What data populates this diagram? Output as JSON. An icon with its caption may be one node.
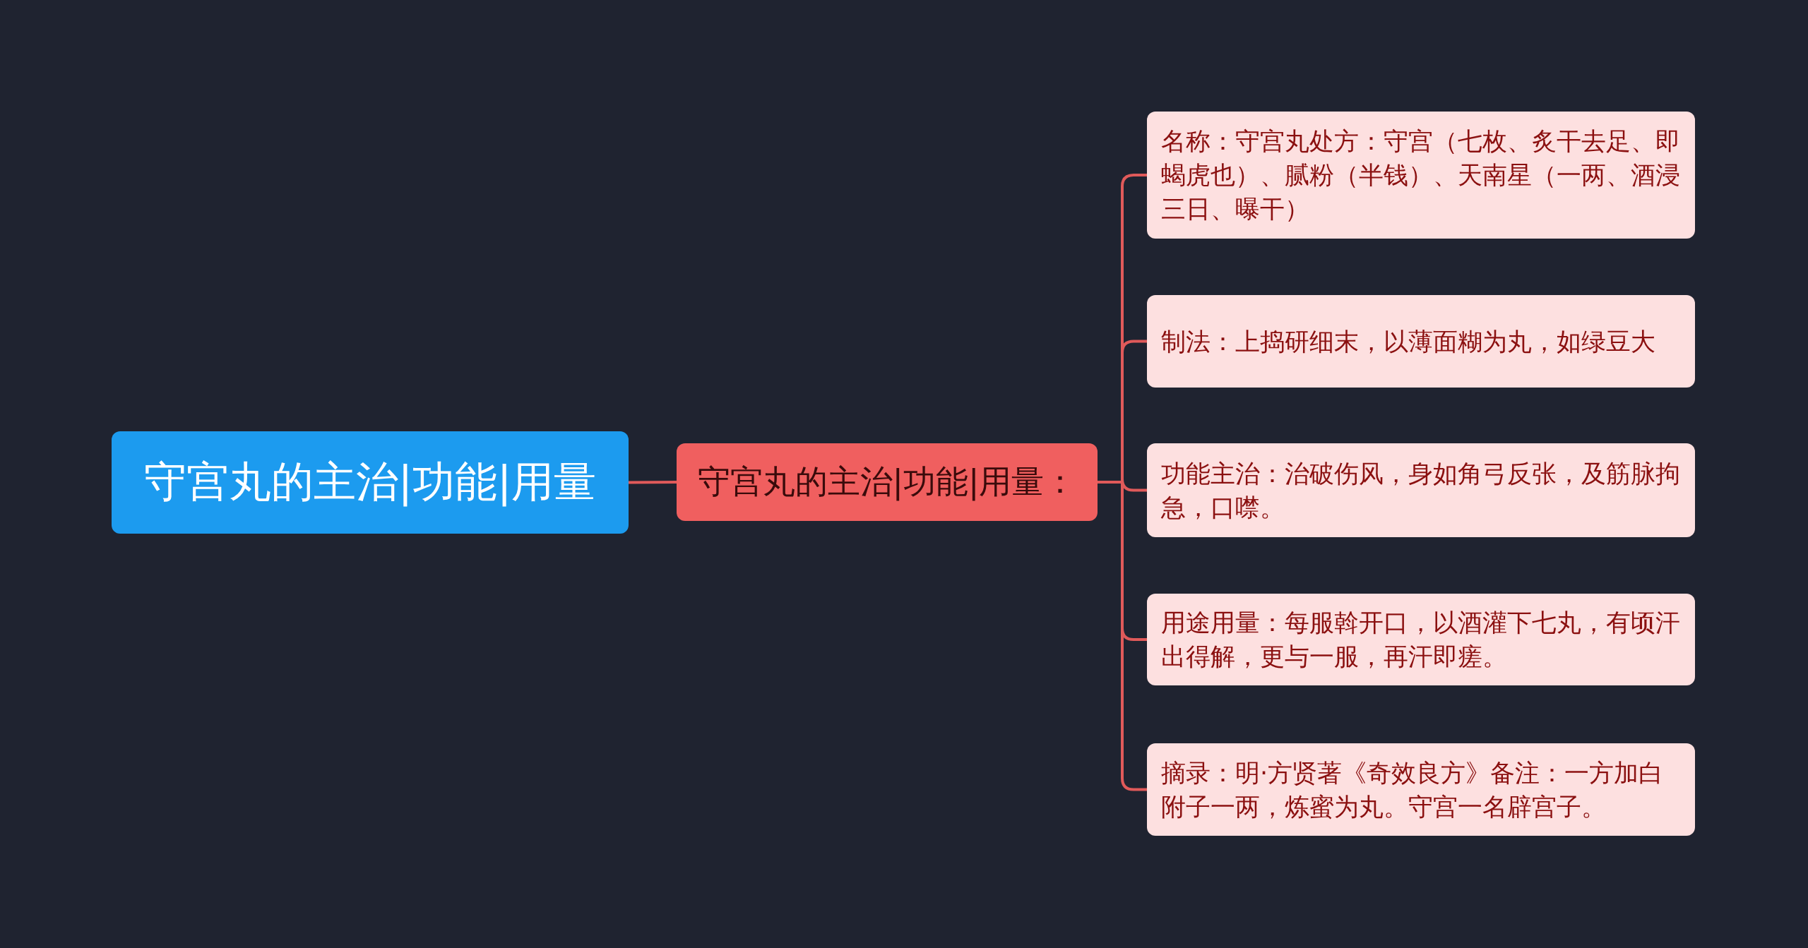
{
  "diagram": {
    "nodes": [
      {
        "text": [
          "守宫丸的主治|功能|用量"
        ]
      },
      {
        "text": [
          "守宫丸的主治|功能|用量："
        ]
      },
      {
        "text": [
          "名称：守宫丸处方：守宫（七枚、炙干去足、即蝎虎也）、腻粉（半钱）、天南星（一两、酒浸三日、曝干）"
        ]
      },
      {
        "text": [
          "制法：上捣研细末，以薄面糊为丸，如绿豆大"
        ]
      },
      {
        "text": [
          "功能主治：治破伤风，身如角弓反张，及筋脉拘急，口噤。"
        ]
      },
      {
        "text": [
          "用途用量：每服斡开口，以酒灌下七丸，有顷汗出得解，更与一服，再汗即瘥。"
        ]
      },
      {
        "text": [
          "摘录：明·方贤著《奇效良方》备注：一方加白附子一两，炼蜜为丸。守宫一名辟宫子。"
        ]
      }
    ],
    "edges": [
      {
        "from": 0,
        "to": 1,
        "arrow": "none"
      },
      {
        "from": 1,
        "to": 2,
        "arrow": "none"
      },
      {
        "from": 1,
        "to": 3,
        "arrow": "none"
      },
      {
        "from": 1,
        "to": 4,
        "arrow": "none"
      },
      {
        "from": 1,
        "to": 5,
        "arrow": "none"
      },
      {
        "from": 1,
        "to": 6,
        "arrow": "none"
      }
    ]
  }
}
